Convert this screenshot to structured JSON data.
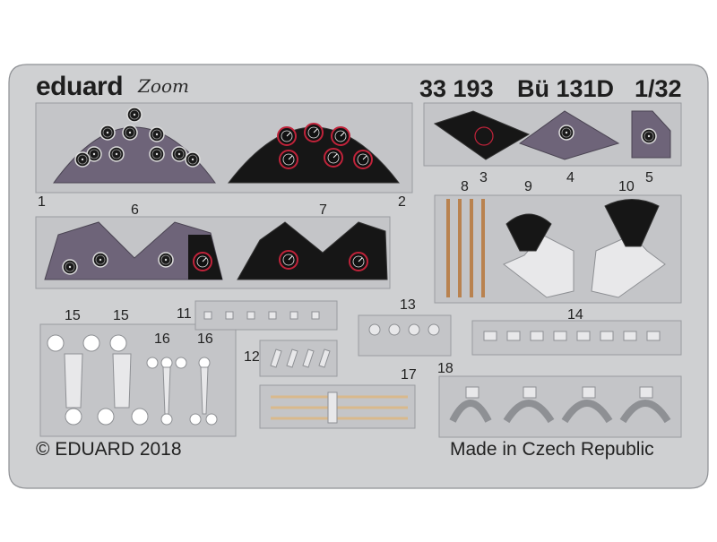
{
  "brand": {
    "name": "eduard",
    "series": "Zoom"
  },
  "kit": {
    "number": "33 193",
    "model": "Bü 131D",
    "scale": "1/32"
  },
  "footer": {
    "copyright": "© EDUARD 2018",
    "origin": "Made in Czech Republic"
  },
  "parts": [
    {
      "number": "1"
    },
    {
      "number": "2"
    },
    {
      "number": "3"
    },
    {
      "number": "4"
    },
    {
      "number": "5"
    },
    {
      "number": "6"
    },
    {
      "number": "7"
    },
    {
      "number": "8"
    },
    {
      "number": "9"
    },
    {
      "number": "10"
    },
    {
      "number": "11"
    },
    {
      "number": "12"
    },
    {
      "number": "13"
    },
    {
      "number": "14"
    },
    {
      "number": "15"
    },
    {
      "number": "15"
    },
    {
      "number": "16"
    },
    {
      "number": "16"
    },
    {
      "number": "17"
    },
    {
      "number": "18"
    }
  ],
  "colors": {
    "fret": "#cfd0d2",
    "fret_border": "#8e9094",
    "panel_purple": "#6e6479",
    "panel_black": "#161616",
    "gauge_red": "#c0233a",
    "wood": "#b9824f"
  }
}
